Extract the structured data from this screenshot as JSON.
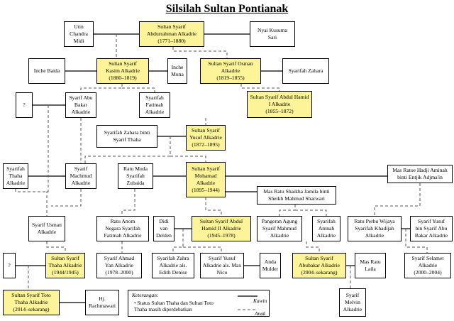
{
  "title": "Silsilah Sultan Pontianak",
  "legend": {
    "heading": "Keterangan:",
    "note": "• Status Sultan Thaha dan Sultan Toto\n  Thaha masih diperdebatkan",
    "marriage_label": "Kawin",
    "child_label": "Anak"
  },
  "persons": {
    "utin": "Utin\nChandra\nMidi",
    "s1": "Sultan Syarif\nAbdurrahman Alkadrie\n(1771–1880)",
    "nyai": "Nyai Kusuma\nSari",
    "inche_baida": "Inche Baida",
    "s2": "Sultan Syarif\nKasim Alkadrie\n(1880–1819)",
    "inche_muna": "Inche\nMuna",
    "s3": "Sultan Syarif Osman\nAlkadrie\n(1819–1855)",
    "zahara1": "Syarifah Zahara",
    "q1": "?",
    "abu_bakar": "Syarif Abu\nBakar\nAlkadrie",
    "fatimah": "Syarifah\nFatimah\nAlkadrie",
    "s4": "Sultan Syarif Abdul Hamid\nI Alkadrie\n(1855–1872)",
    "zahara2": "Syarifah Zahara binti\nSyarif Thaha",
    "s5": "Sultan Syarif\nYusuf Alkadrie\n(1872–1895)",
    "thaha1": "Syarifah\nThaha\nAlkadrie",
    "machmud": "Syarif\nMachmud\nAlkadrie",
    "ratu_muda": "Ratu Muda\nSyarifah\nZubaida",
    "s6": "Sultan Syarif\nMohamad\nAlkadrie\n(1895–1944)",
    "mas_ratoe": "Mas Ratoe Hadji Aminah\nbinti Entjik Adjma'in",
    "mas_ratu_sj": "Mas Ratu Shaikha Jamila binti\nSheikh Mahmud Sharwari",
    "usman": "Syarif Usman\nAlkadrie",
    "ratu_anom": "Ratu Anom\nNegara Syarifah\nFatimah Alkadrie",
    "didi": "Didi\nvan\nDelden",
    "s7": "Sultan Syarif Abdul\nHamid II Alkadrie\n(1945–1978)",
    "pangeran": "Pangeran Agung\nSyarif Mahmud\nAlkadrie",
    "amnah": "Syarifah\nAmnah\nAlkadrie",
    "ratu_perbu": "Ratu Perbu Wijaya\nSyarifah Khadijah\nAlkadrie",
    "yusuf_ab": "Syarif Yusuf\nbin Syarif Abu\nBakar Alkadrie",
    "q2": "?",
    "s_thaha": "Sultan Syarif\nThaha Alkadrie\n(1944/1945)",
    "ahmad": "Syarif Ahmad\nYan Alkadrie\n(1978–2000)",
    "zahra_ed": "Syarifah Zahra\nAlkadrie als.\nEdith Denise",
    "yusuf_mn": "Syarif Yusuf\nAlkadrie als. Max\nNico",
    "anda": "Anda\nMulder",
    "s8": "Sultan Syarif\nAbubakar Alkadrie\n(2004–sekarang)",
    "mas_laila": "Mas Ratu\nLaila",
    "selamet": "Syarif Selamet\nAlkadrie\n(2000–2004)",
    "s_toto": "Sultan Syarif Toto\nThaha Alkadrie\n(2014–sekarang)",
    "rachmawati": "Hj.\nRachmawati",
    "melvin": "Syarif\nMelvin\nAlkadrie"
  },
  "colors": {
    "sultan_fill": "#fdf49a",
    "box_fill": "#ffffff",
    "line": "#000000",
    "child_line": "#555555"
  }
}
